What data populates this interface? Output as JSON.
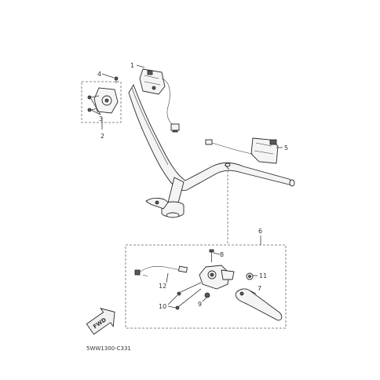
{
  "callouts": {
    "c1": "1",
    "c2": "2",
    "c3": "3",
    "c4": "4",
    "c5": "5",
    "c6": "6",
    "c7": "7",
    "c8": "8",
    "c9": "9",
    "c10": "10",
    "c11": "11",
    "c12": "12"
  },
  "fwd_label": "FWD",
  "diagram_code": "5WW1300-C331"
}
